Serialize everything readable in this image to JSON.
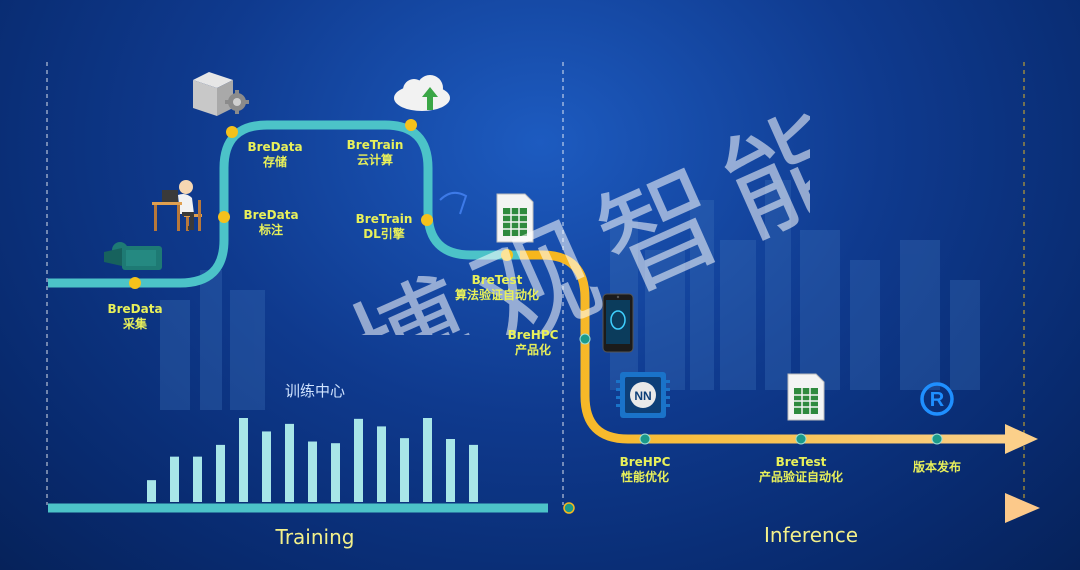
{
  "diagram": {
    "watermark": "博观智能",
    "center_label": "训练中心",
    "phase_training": "Training",
    "phase_inference": "Inference",
    "nodes": [
      {
        "id": "bredata-collect",
        "line1": "BreData",
        "line2": "采集"
      },
      {
        "id": "bredata-label",
        "line1": "BreData",
        "line2": "标注"
      },
      {
        "id": "bredata-store",
        "line1": "BreData",
        "line2": "存储"
      },
      {
        "id": "bretrain-cloud",
        "line1": "BreTrain",
        "line2": "云计算"
      },
      {
        "id": "bretrain-dl",
        "line1": "BreTrain",
        "line2": "DL引擎"
      },
      {
        "id": "bretest-algo",
        "line1": "BreTest",
        "line2": "算法验证自动化"
      },
      {
        "id": "brehpc-product",
        "line1": "BreHPC",
        "line2": "产品化"
      },
      {
        "id": "brehpc-perf",
        "line1": "BreHPC",
        "line2": "性能优化"
      },
      {
        "id": "bretest-product",
        "line1": "BreTest",
        "line2": "产品验证自动化"
      },
      {
        "id": "release",
        "line1": "",
        "line2": "版本发布"
      }
    ],
    "bar_levels": [
      0.26,
      0.54,
      0.54,
      0.68,
      1.0,
      0.84,
      0.93,
      0.72,
      0.7,
      0.99,
      0.9,
      0.76,
      1.0,
      0.75,
      0.68
    ],
    "icons": [
      "video-camera-icon",
      "person-at-desk-icon",
      "server-gear-icon",
      "cloud-upload-icon",
      "spreadsheet-icon",
      "smartphone-face-icon",
      "nn-chip-icon",
      "spreadsheet-icon",
      "registered-mark-icon"
    ],
    "colors": {
      "teal": "#4cc3c8",
      "gold": "#f5b81e",
      "dot_yellow": "#f5c11c",
      "dot_teal": "#1b9a8a",
      "label": "#e8f05a"
    }
  }
}
